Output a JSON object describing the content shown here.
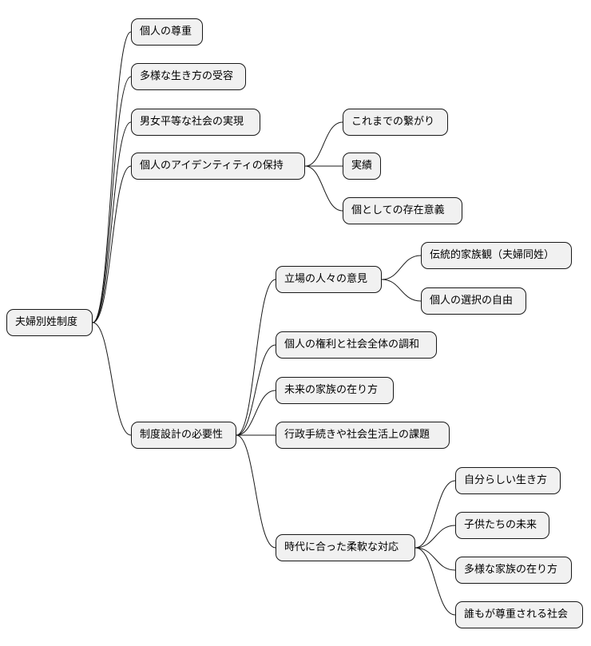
{
  "root": {
    "label": "夫婦別姓制度"
  },
  "branches": [
    {
      "label": "個人の尊重"
    },
    {
      "label": "多様な生き方の受容"
    },
    {
      "label": "男女平等な社会の実現"
    },
    {
      "label": "個人のアイデンティティの保持",
      "children": [
        {
          "label": "これまでの繋がり"
        },
        {
          "label": "実績"
        },
        {
          "label": "個としての存在意義"
        }
      ]
    },
    {
      "label": "制度設計の必要性",
      "children": [
        {
          "label": "立場の人々の意見",
          "children": [
            {
              "label": "伝統的家族観（夫婦同姓）"
            },
            {
              "label": "個人の選択の自由"
            }
          ]
        },
        {
          "label": "個人の権利と社会全体の調和"
        },
        {
          "label": "未来の家族の在り方"
        },
        {
          "label": "行政手続きや社会生活上の課題"
        },
        {
          "label": "時代に合った柔軟な対応",
          "children": [
            {
              "label": "自分らしい生き方"
            },
            {
              "label": "子供たちの未来"
            },
            {
              "label": "多様な家族の在り方"
            },
            {
              "label": "誰もが尊重される社会"
            }
          ]
        }
      ]
    }
  ]
}
